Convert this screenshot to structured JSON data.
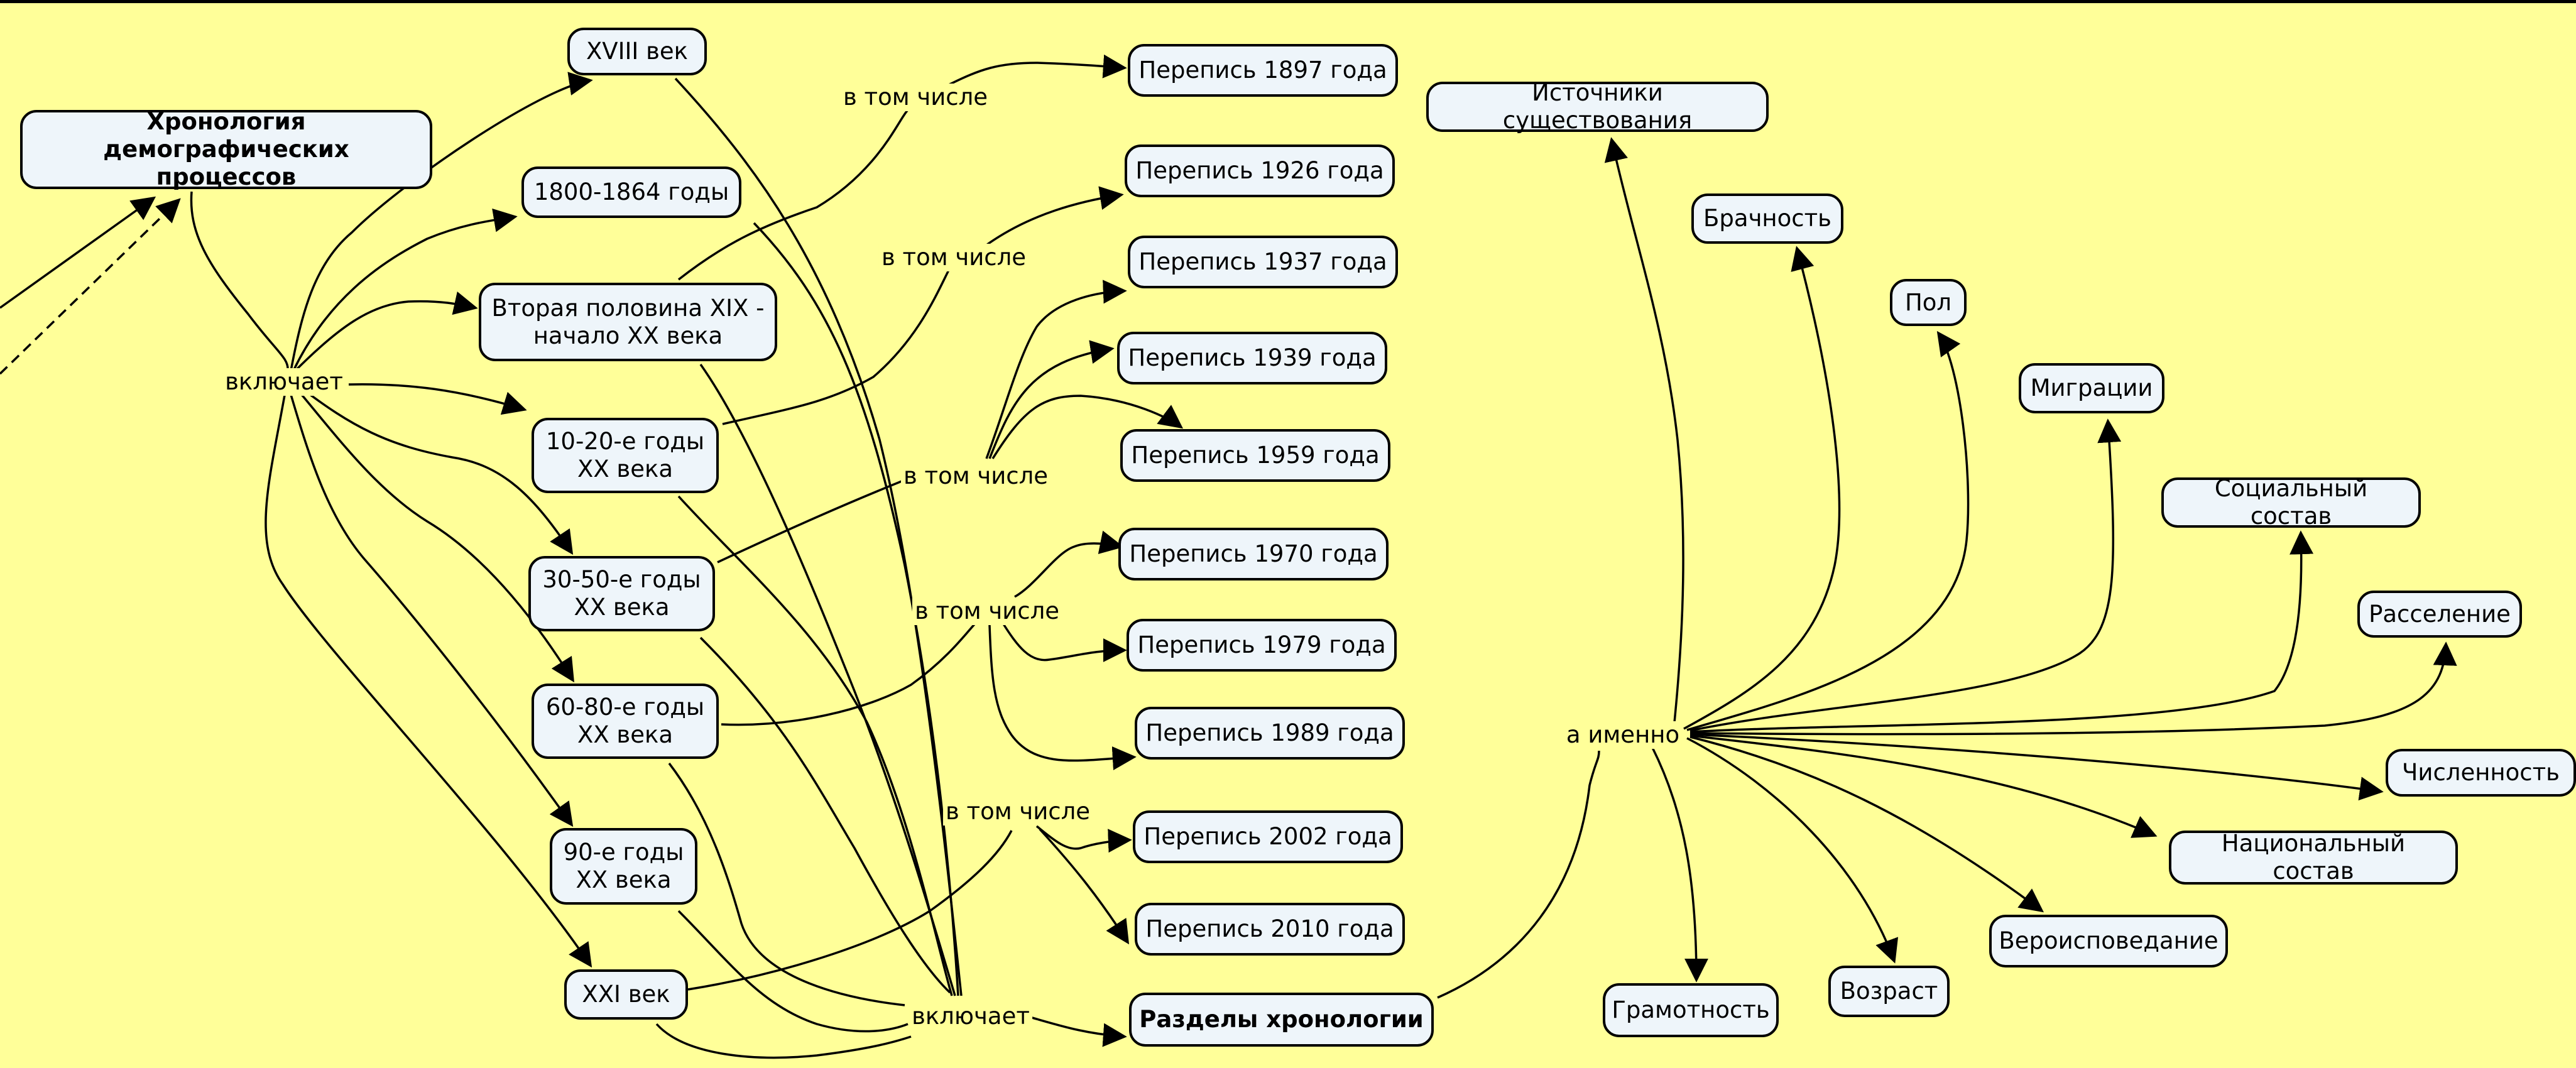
{
  "colors": {
    "background": "#FFFF99",
    "node_fill": "#EEF5FA",
    "stroke": "#000000"
  },
  "nodes": {
    "root": "Хронология\nдемографических процессов",
    "c18": "XVIII век",
    "c1800": "1800-1864 годы",
    "c19": "Вторая половина XIX -\nначало XX века",
    "c1020": "10-20-е годы\nXX века",
    "c3050": "30-50-е годы\nXX века",
    "c6080": "60-80-е годы\nXX века",
    "c90": "90-е годы\nXX века",
    "c21": "XXI век",
    "p1897": "Перепись 1897 года",
    "p1926": "Перепись 1926 года",
    "p1937": "Перепись 1937 года",
    "p1939": "Перепись 1939 года",
    "p1959": "Перепись 1959 года",
    "p1970": "Перепись 1970 года",
    "p1979": "Перепись 1979 года",
    "p1989": "Перепись 1989 года",
    "p2002": "Перепись 2002 года",
    "p2010": "Перепись 2010 года",
    "sections": "Разделы хронологии",
    "sources": "Источники существования",
    "marriage": "Брачность",
    "sex": "Пол",
    "migration": "Миграции",
    "social": "Социальный состав",
    "settlement": "Расселение",
    "population": "Численность",
    "national": "Национальный состав",
    "religion": "Вероисповедание",
    "age": "Возраст",
    "literacy": "Грамотность"
  },
  "link_labels": {
    "includes_top": "включает",
    "includes_bottom": "включает",
    "incl1": "в том числе",
    "incl2": "в том числе",
    "incl3": "в том числе",
    "incl4": "в том числе",
    "incl5": "в том числе",
    "namely": "а именно"
  }
}
